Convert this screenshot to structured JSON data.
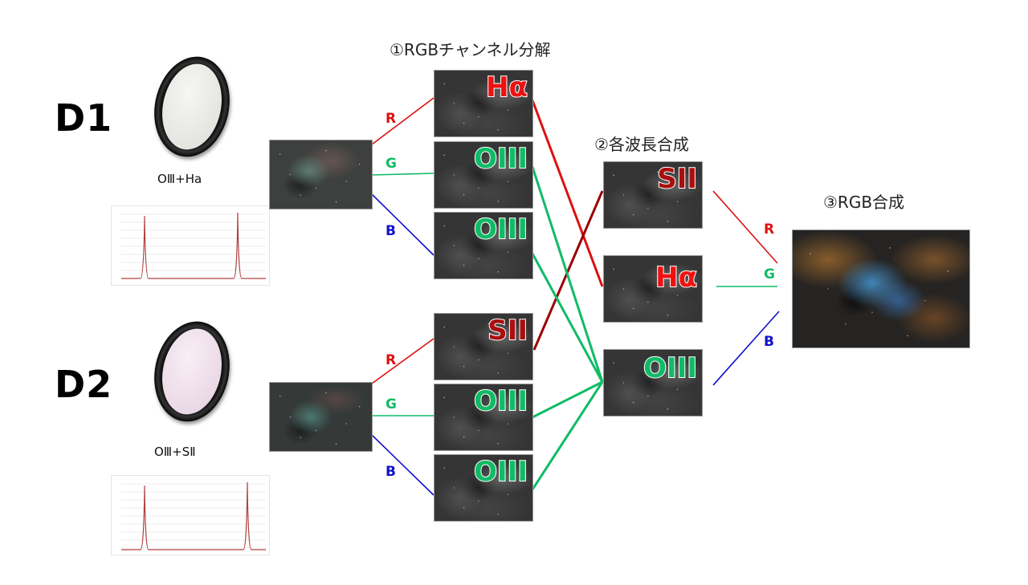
{
  "rows": [
    {
      "label": "D1",
      "filter_caption": "OⅢ+Ha"
    },
    {
      "label": "D2",
      "filter_caption": "OⅢ+SⅡ"
    }
  ],
  "steps": {
    "step1": "①RGBチャンネル分解",
    "step2": "②各波長合成",
    "step3": "③RGB合成"
  },
  "channels": {
    "r": "R",
    "g": "G",
    "b": "B"
  },
  "d1_channels": [
    {
      "channel": "R",
      "line": "Hα"
    },
    {
      "channel": "G",
      "line": "OIII"
    },
    {
      "channel": "B",
      "line": "OIII"
    }
  ],
  "d2_channels": [
    {
      "channel": "R",
      "line": "SII"
    },
    {
      "channel": "G",
      "line": "OIII"
    },
    {
      "channel": "B",
      "line": "OIII"
    }
  ],
  "merged": [
    {
      "line": "SII",
      "output_channel": "R"
    },
    {
      "line": "Hα",
      "output_channel": "G"
    },
    {
      "line": "OIII",
      "output_channel": "B"
    }
  ],
  "colors": {
    "red": "#dd1111",
    "green": "#11bb66",
    "blue": "#1111cc",
    "dark_red": "#990000",
    "ha_badge": "#ee1111",
    "oiii_badge": "#11bb66",
    "sii_badge": "#aa0e0e"
  }
}
